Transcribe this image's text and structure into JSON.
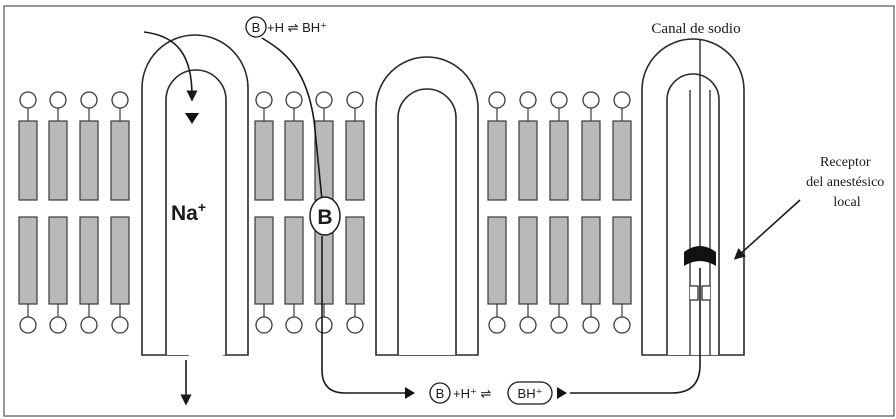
{
  "labels": {
    "sodium_channel": "Canal de sodio",
    "receptor_line1": "Receptor",
    "receptor_line2": "del anestésico",
    "receptor_line3": "local",
    "ion": "Na",
    "ion_charge": "+",
    "base_symbol": "B",
    "top_equation_base": "B",
    "top_equation_rest": "+H ⇌ BH⁺",
    "bottom_equation_base": "B",
    "bottom_equation_mid": "+H⁺ ⇌",
    "bottom_equation_protonated": "BH⁺"
  }
}
